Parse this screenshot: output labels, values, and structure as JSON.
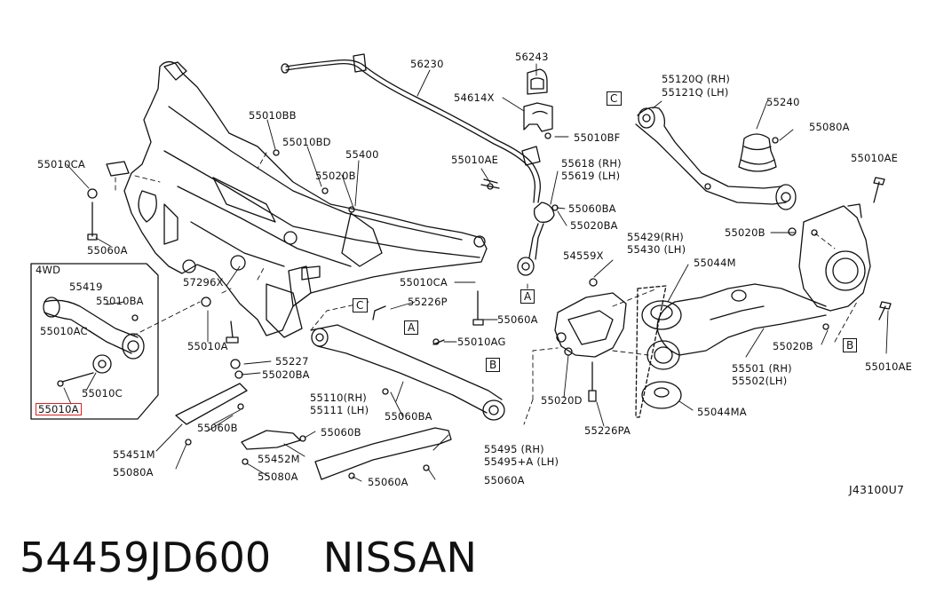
{
  "diagram": {
    "part_labels": [
      "56230",
      "56243",
      "54614X",
      "55010BF",
      "55010BB",
      "55010BD",
      "55400",
      "55020B",
      "55010AE",
      "55618 (RH)",
      "55619 (LH)",
      "55060BA",
      "55020BA",
      "55120Q (RH)",
      "55121Q (LH)",
      "55240",
      "55080A",
      "55010AE",
      "55010CA",
      "55060A",
      "57296X",
      "54559X",
      "55429(RH)",
      "55430 (LH)",
      "55044M",
      "55020B",
      "55010CA",
      "55226P",
      "55060A",
      "55010AG",
      "55010A",
      "55227",
      "55020BA",
      "55110(RH)",
      "55111 (LH)",
      "55060BA",
      "55020D",
      "55226PA",
      "55501 (RH)",
      "55502(LH)",
      "55020B",
      "55010AE",
      "55044MA",
      "55451M",
      "55080A",
      "55060B",
      "55060B",
      "55452M",
      "55080A",
      "55495 (RH)",
      "55495+A (LH)",
      "55060A",
      "55060A"
    ],
    "inset": {
      "title": "4WD",
      "labels": [
        "55419",
        "55010BA",
        "55010AC",
        "55010C",
        "55010A"
      ]
    },
    "callouts": [
      "A",
      "A",
      "B",
      "B",
      "C",
      "C"
    ],
    "diagram_code": "J43100U7"
  },
  "footer": {
    "part_number": "54459JD600",
    "brand": "NISSAN"
  },
  "colors": {
    "highlight": "#e02020",
    "line": "#111111"
  }
}
